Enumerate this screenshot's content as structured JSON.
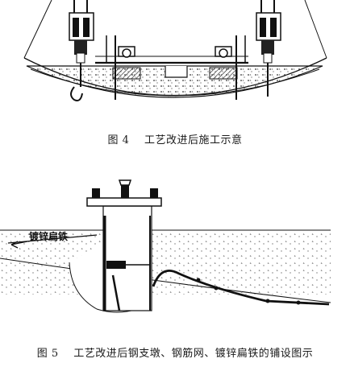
{
  "figure4": {
    "caption_number": "图 4",
    "caption_text": "工艺改进后施工示意"
  },
  "figure5": {
    "caption_number": "图 5",
    "caption_text": "工艺改进后钢支墩、钢筋网、镀锌扁铁的铺设图示",
    "label_galvanized_flat_iron": "镀锌扁铁"
  }
}
